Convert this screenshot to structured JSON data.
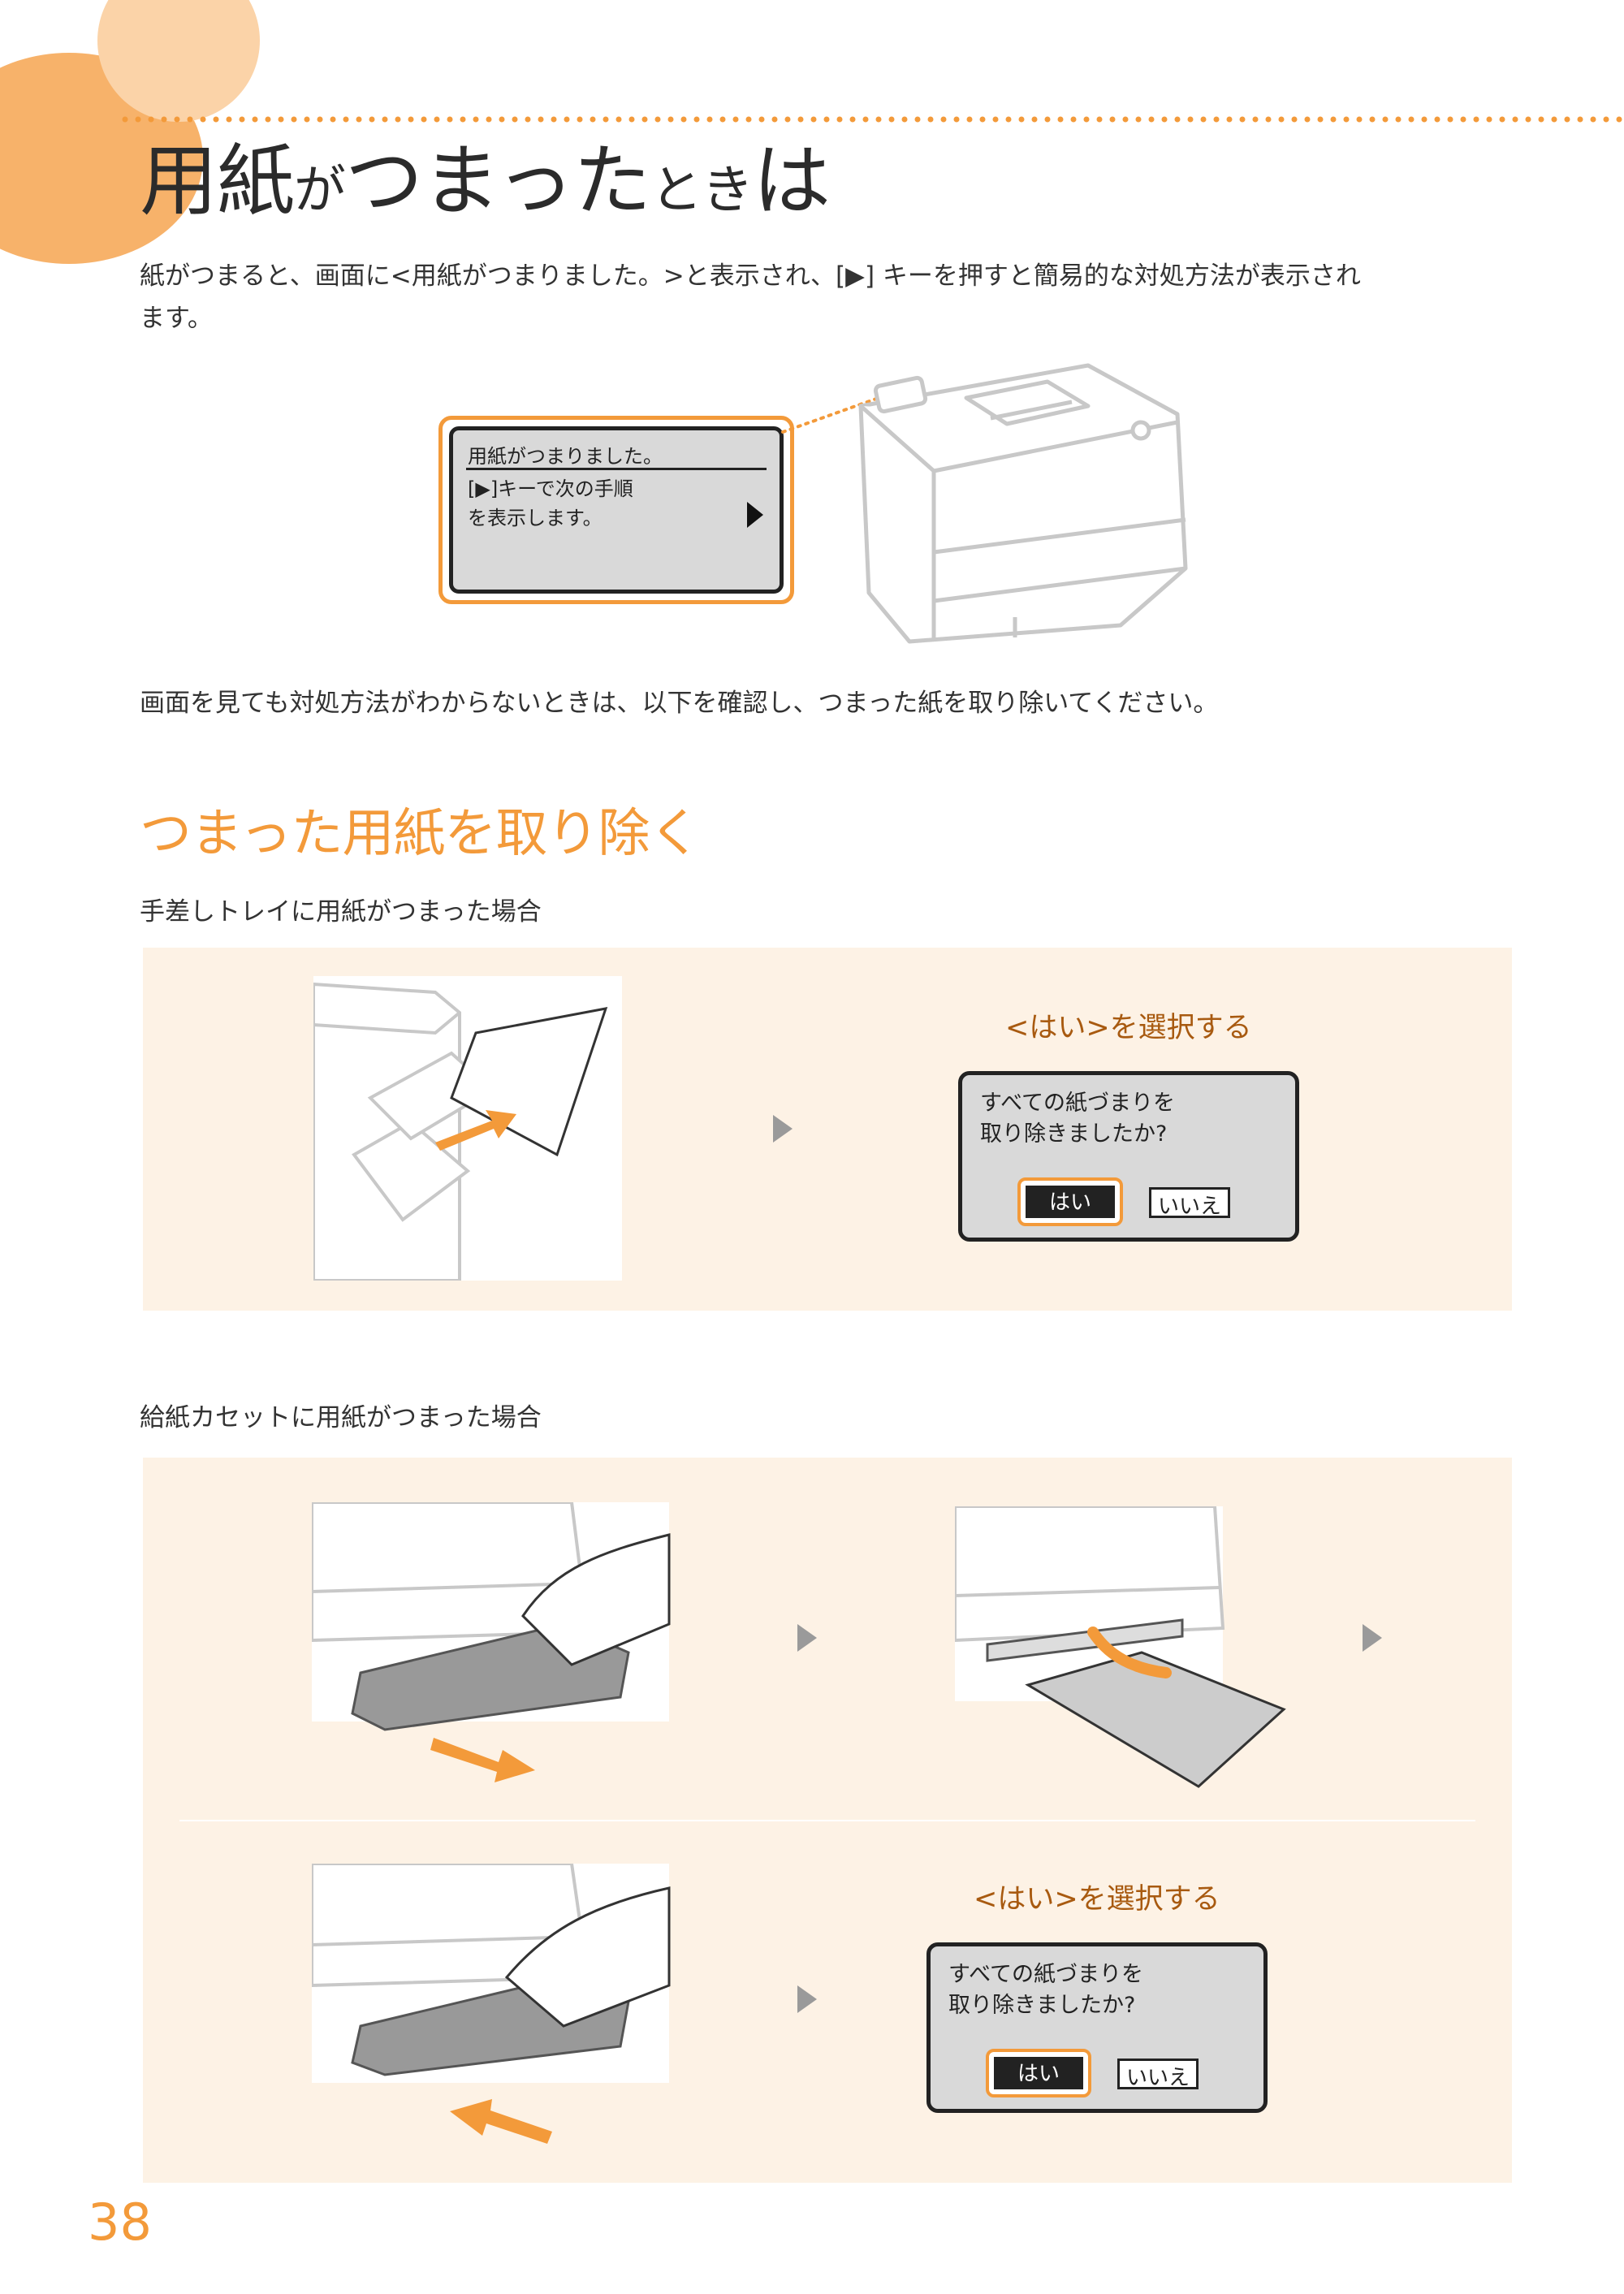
{
  "header": {
    "title_parts": [
      "用紙",
      "が",
      "つまった",
      "とき",
      "は"
    ]
  },
  "intro": {
    "line1": "紙がつまると、画面に<用紙がつまりました。>と表示され、[▶] キーを押すと簡易的な対処方法が表示され",
    "line2": "ます。"
  },
  "lcd_screen": {
    "line1": "用紙がつまりました。",
    "line2": "[▶]キーで次の手順",
    "line3": "を表示します。"
  },
  "note": "画面を見ても対処方法がわからないときは、以下を確認し、つまった紙を取り除いてください。",
  "section": {
    "heading": "つまった用紙を取り除く"
  },
  "case1": {
    "title": "手差しトレイに用紙がつまった場合",
    "select_label": "<はい>を選択する",
    "dialog_line1": "すべての紙づまりを",
    "dialog_line2": "取り除きましたか?",
    "yes_label": "はい",
    "no_label": "いいえ"
  },
  "case2": {
    "title": "給紙カセットに用紙がつまった場合",
    "select_label": "<はい>を選択する",
    "dialog_line1": "すべての紙づまりを",
    "dialog_line2": "取り除きましたか?",
    "yes_label": "はい",
    "no_label": "いいえ"
  },
  "colors": {
    "accent": "#f39a3a",
    "panel_bg": "#fdf2e5",
    "lcd_bg": "#d9d9d9",
    "select_label": "#a85a10"
  },
  "icons": [
    "play-arrow-icon",
    "step-arrow-icon",
    "pull-arrow-icon",
    "push-arrow-icon"
  ],
  "page_number": "38"
}
